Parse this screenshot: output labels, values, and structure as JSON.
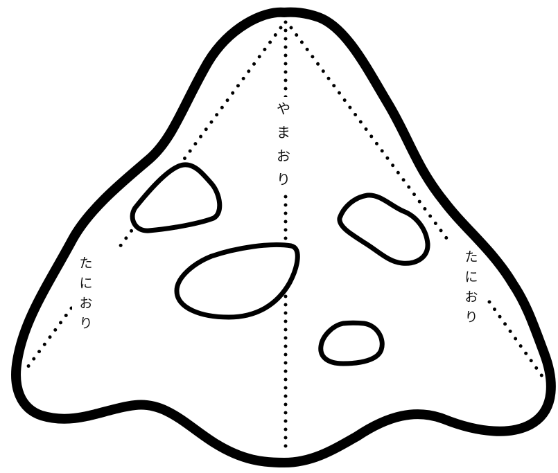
{
  "labels": {
    "center": "やまおり",
    "left": "たにおり",
    "right": "たにおり"
  },
  "colors": {
    "outline": "#000000",
    "background": "#ffffff"
  }
}
